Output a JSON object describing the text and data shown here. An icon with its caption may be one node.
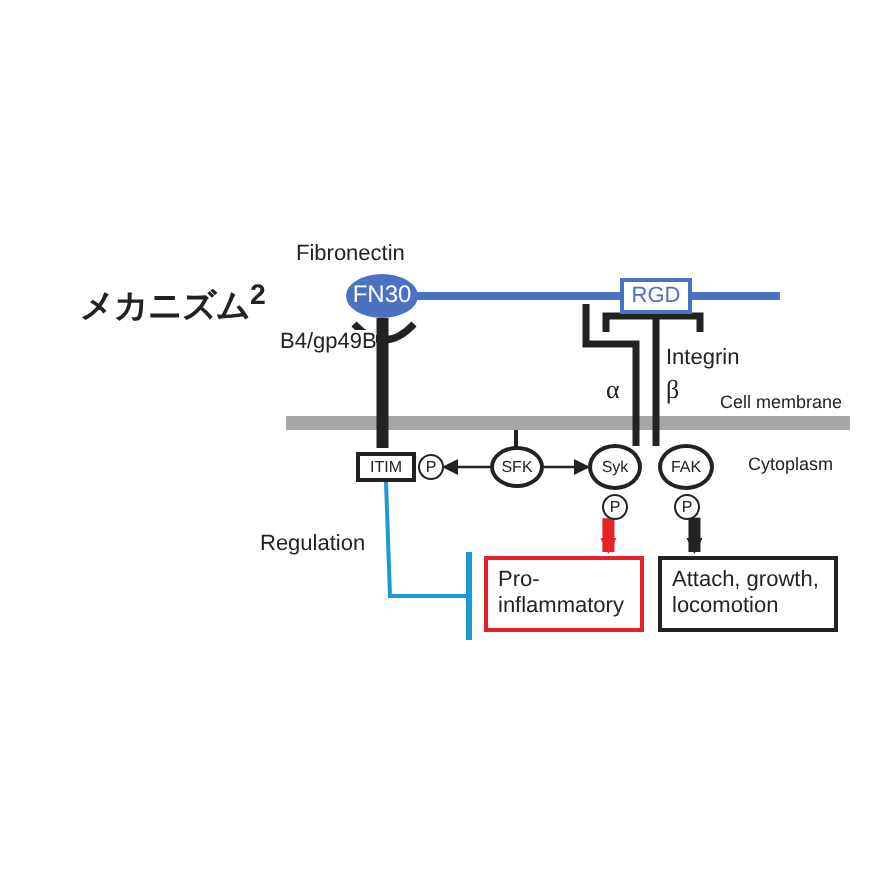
{
  "diagram": {
    "title": "メカニズム$^{2}$",
    "nodes": [
      {
        "text": [
          "FN30"
        ],
        "beside": [
          "Fibronectin"
        ]
      },
      {
        "text": [
          "RGD"
        ]
      },
      {
        "text": [
          "ITIM"
        ]
      },
      {
        "text": [
          "P"
        ]
      },
      {
        "text": [
          "SFK"
        ]
      },
      {
        "text": [
          "Syk"
        ]
      },
      {
        "text": [
          "P"
        ]
      },
      {
        "text": [
          "FAK"
        ]
      },
      {
        "text": [
          "P"
        ]
      },
      {
        "text": [
          "Pro-inflammatory"
        ]
      },
      {
        "text": [
          "Attach, growth, locomotion"
        ]
      }
    ],
    "edges": [
      {
        "from": 0,
        "to": 2,
        "arrow": "none",
        "label": "B4/gp49B",
        "style": "thick"
      },
      {
        "from": 4,
        "to": 3,
        "arrow": "to"
      },
      {
        "from": 4,
        "to": 5,
        "arrow": "to"
      },
      {
        "from": 6,
        "to": 9,
        "arrow": "to",
        "style": "thick",
        "color": "#e8202a"
      },
      {
        "from": 8,
        "to": 10,
        "arrow": "to",
        "style": "thick"
      },
      {
        "from": 2,
        "to": 9,
        "arrow": "other",
        "label": "Regulation",
        "color": "#1a9ad6"
      }
    ],
    "labels": [
      "α",
      "Integrin",
      "β",
      "Cell membrane",
      "Cytoplasm"
    ]
  }
}
